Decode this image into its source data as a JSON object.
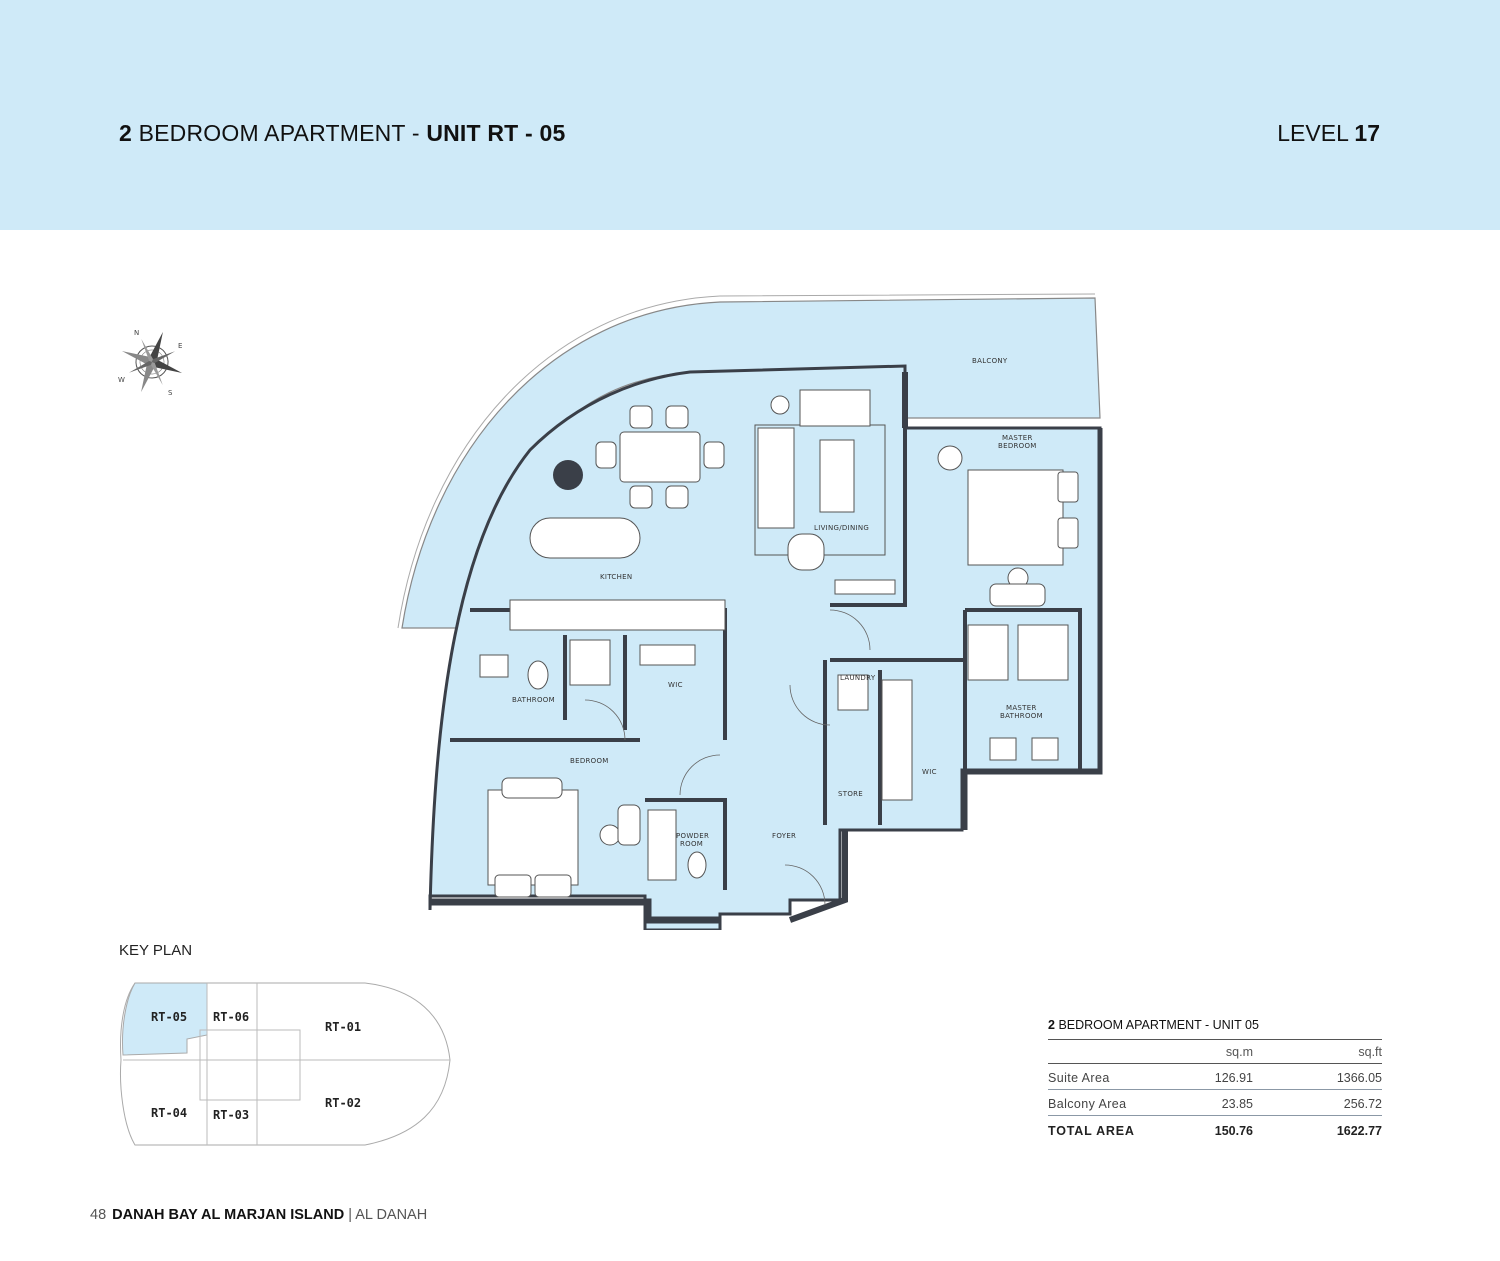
{
  "header": {
    "bedrooms": "2",
    "unit_type": "BEDROOM APARTMENT",
    "separator": "-",
    "unit_label": "UNIT RT - 05",
    "level_label": "LEVEL",
    "level_number": "17"
  },
  "compass": {
    "n": "N",
    "e": "E",
    "s": "S",
    "w": "W"
  },
  "floorplan": {
    "rooms": {
      "balcony": "BALCONY",
      "master_bedroom_1": "MASTER",
      "master_bedroom_2": "BEDROOM",
      "living_dining": "LIVING/DINING",
      "kitchen": "KITCHEN",
      "bathroom": "BATHROOM",
      "wic_1": "WIC",
      "bedroom": "BEDROOM",
      "laundry": "LAUNDRY",
      "master_bathroom_1": "MASTER",
      "master_bathroom_2": "BATHROOM",
      "wic_2": "WIC",
      "store": "STORE",
      "powder_room_1": "POWDER",
      "powder_room_2": "ROOM",
      "foyer": "FOYER"
    }
  },
  "keyplan": {
    "title": "KEY PLAN",
    "units": [
      "RT-05",
      "RT-06",
      "RT-01",
      "RT-04",
      "RT-03",
      "RT-02"
    ],
    "highlight_color": "#cfeaf8"
  },
  "area_table": {
    "bedrooms": "2",
    "title": "BEDROOM APARTMENT - UNIT 05",
    "col_sqm": "sq.m",
    "col_sqft": "sq.ft",
    "rows": [
      {
        "label": "Suite Area",
        "sqm": "126.91",
        "sqft": "1366.05"
      },
      {
        "label": "Balcony Area",
        "sqm": "23.85",
        "sqft": "256.72"
      }
    ],
    "total": {
      "label": "TOTAL AREA",
      "sqm": "150.76",
      "sqft": "1622.77"
    }
  },
  "footer": {
    "page_number": "48",
    "project": "DANAH BAY AL MARJAN ISLAND",
    "divider": "|",
    "developer": "AL DANAH"
  },
  "colors": {
    "header_band": "#cfeaf8",
    "room_fill": "#cfeaf8",
    "wall": "#3a3f48"
  }
}
